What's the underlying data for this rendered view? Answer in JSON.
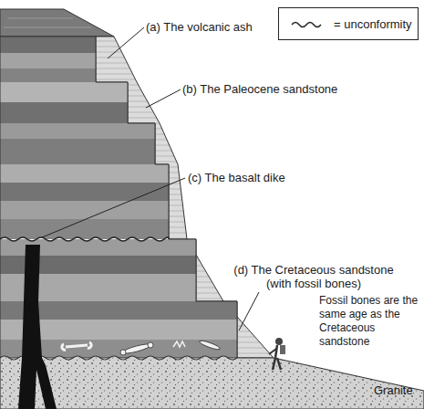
{
  "diagram": {
    "labels": [
      "(a) The volcanic ash",
      "(b) The Paleocene sandstone",
      "(c) The basalt dike",
      "(d) The Cretaceous sandstone (with fossil bones)",
      "Fossil bones are the same age as the Cretaceous sandstone",
      "Granite"
    ],
    "legend": [
      {
        "text": "= unconformity"
      }
    ]
  }
}
